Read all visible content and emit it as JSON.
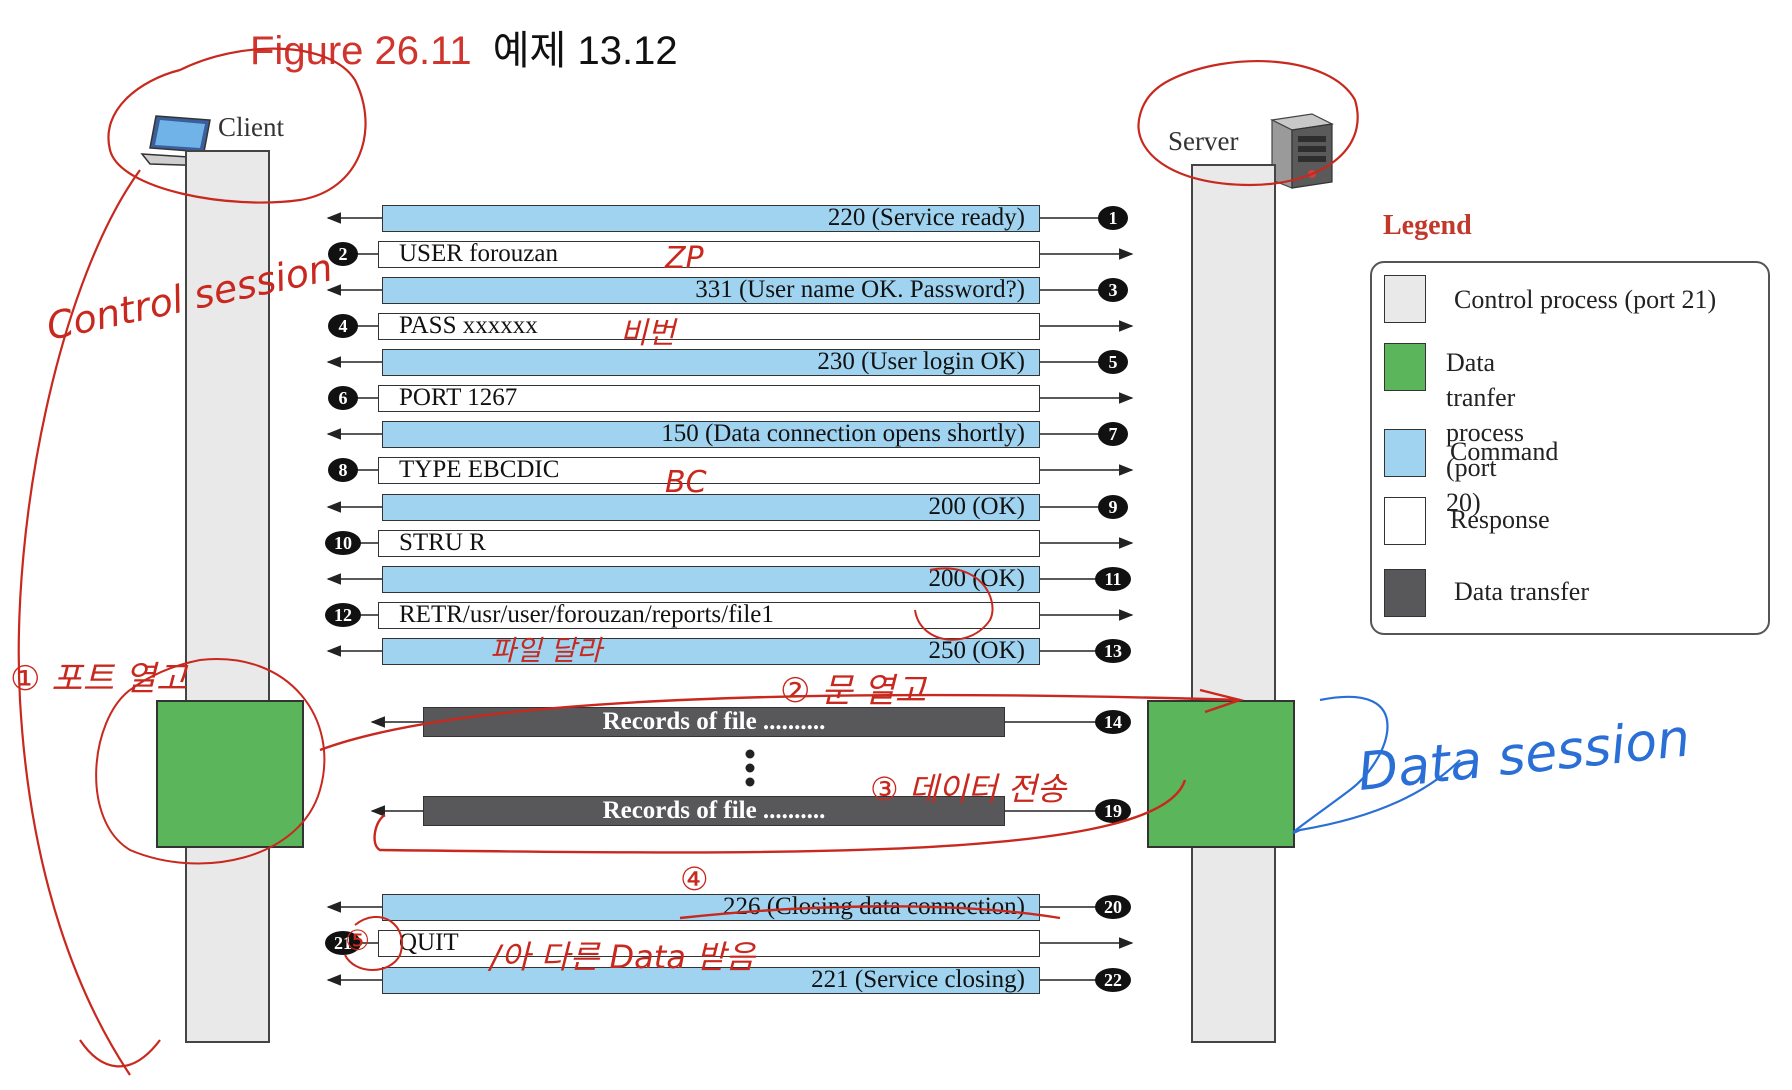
{
  "title": {
    "figure": "Figure 26.11",
    "example": "예제 13.12"
  },
  "client_label": "Client",
  "server_label": "Server",
  "messages": [
    {
      "num": "1",
      "kind": "cmd",
      "text": "220 (Service ready)"
    },
    {
      "num": "2",
      "kind": "resp",
      "text": "USER forouzan"
    },
    {
      "num": "3",
      "kind": "cmd",
      "text": "331 (User name OK. Password?)"
    },
    {
      "num": "4",
      "kind": "resp",
      "text": "PASS xxxxxx"
    },
    {
      "num": "5",
      "kind": "cmd",
      "text": "230 (User login OK)"
    },
    {
      "num": "6",
      "kind": "resp",
      "text": "PORT 1267"
    },
    {
      "num": "7",
      "kind": "cmd",
      "text": "150 (Data connection opens shortly)"
    },
    {
      "num": "8",
      "kind": "resp",
      "text": "TYPE EBCDIC"
    },
    {
      "num": "9",
      "kind": "cmd",
      "text": "200 (OK)"
    },
    {
      "num": "10",
      "kind": "resp",
      "text": "STRU R"
    },
    {
      "num": "11",
      "kind": "cmd",
      "text": "200 (OK)"
    },
    {
      "num": "12",
      "kind": "resp",
      "text": "RETR/usr/user/forouzan/reports/file1"
    },
    {
      "num": "13",
      "kind": "cmd",
      "text": "250 (OK)"
    },
    {
      "num": "14",
      "kind": "data",
      "text": "Records of file .........."
    },
    {
      "num": "19",
      "kind": "data",
      "text": "Records of file .........."
    },
    {
      "num": "20",
      "kind": "cmd",
      "text": "226 (Closing data connection)"
    },
    {
      "num": "21",
      "kind": "resp",
      "text": "QUIT"
    },
    {
      "num": "22",
      "kind": "cmd",
      "text": "221 (Service closing)"
    }
  ],
  "legend": {
    "title": "Legend",
    "items": [
      {
        "label": "Control process (port 21)",
        "color": "#e9e9e9"
      },
      {
        "label": "Data tranfer\nprocess (port 20)",
        "color": "#5bb55a"
      },
      {
        "label": "Command",
        "color": "#9fd3f0"
      },
      {
        "label": "Response",
        "color": "#ffffff"
      },
      {
        "label": "Data transfer",
        "color": "#58585a"
      }
    ]
  },
  "handwritten_notes": {
    "note_zp": "ZP",
    "note_pw": "비번",
    "note_control": "Control session",
    "note_bc": "BC",
    "note_file_req": "파일 달라",
    "note_open_port": "① 포트 열고",
    "note_open_file": "② 문 열고",
    "note_send_data": "③ 데이터 전송",
    "note_close": "④",
    "note_five": "⑤",
    "note_quit": "/아 다른 Data 받음",
    "note_data_session": "Data session"
  },
  "colors": {
    "command": "#9fd3f0",
    "response": "#ffffff",
    "data_transfer": "#58585a",
    "control_process": "#e9e9e9",
    "data_process": "#5bb55a",
    "red_ink": "#c8281e",
    "blue_ink": "#2a6fd6"
  }
}
